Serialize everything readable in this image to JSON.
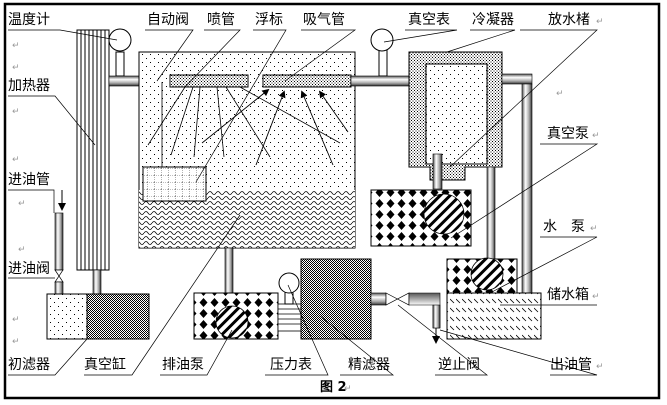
{
  "figure": {
    "caption": "图 2",
    "title": "真空滤油机工作原理示意图"
  },
  "labels": {
    "thermometer": "温度计",
    "heater": "加热器",
    "inlet_pipe": "进油管",
    "inlet_valve": "进油阀",
    "primary_filter": "初滤器",
    "vacuum_tank": "真空缸",
    "auto_valve": "自动阀",
    "spray_pipe": "喷管",
    "float": "浮标",
    "suction_pipe": "吸气管",
    "vacuum_gauge": "真空表",
    "condenser": "冷凝器",
    "drain_plug": "放水楮",
    "vacuum_pump": "真空泵",
    "water_pump": "水　泵",
    "water_tank": "储水箱",
    "drain_oil_pump": "排油泵",
    "pressure_gauge": "压力表",
    "fine_filter": "精滤器",
    "check_valve": "逆止阀",
    "outlet_pipe": "出油管"
  },
  "paragraph_mark": "↵"
}
